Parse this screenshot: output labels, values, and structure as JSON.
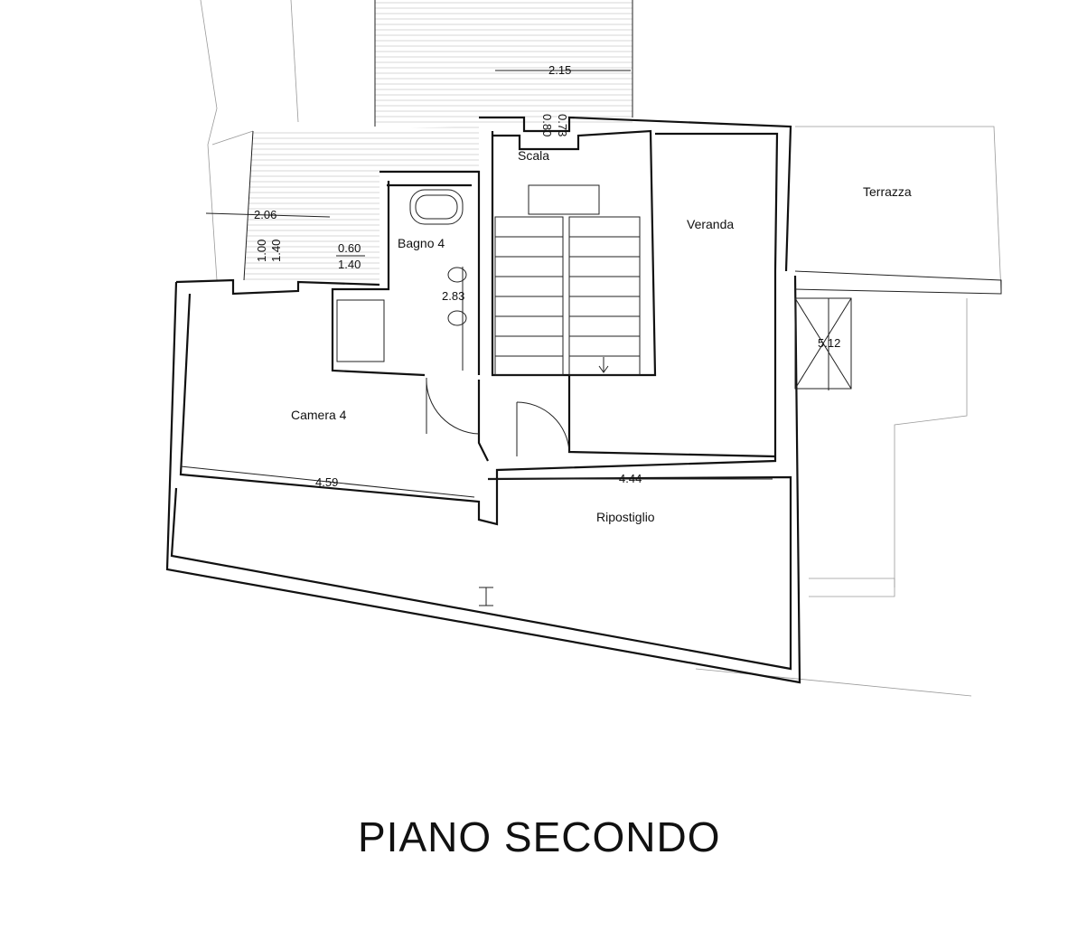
{
  "rooms": {
    "scala": "Scala",
    "veranda": "Veranda",
    "terrazza": "Terrazza",
    "bagno": "Bagno 4",
    "camera": "Camera 4",
    "ripostiglio": "Ripostiglio"
  },
  "dimensions": {
    "top_width": "2.15",
    "top_window_h": "0.73",
    "top_window_w": "0.80",
    "left_width": "2.06",
    "left_window_h": "1.00",
    "left_window_w": "1.40",
    "bath_window_h": "0.60",
    "bath_window_w": "1.40",
    "bath_length": "2.83",
    "right_length": "5.12",
    "camera_width": "4.59",
    "ripostiglio_width": "4.44"
  },
  "title": "PIANO SECONDO"
}
